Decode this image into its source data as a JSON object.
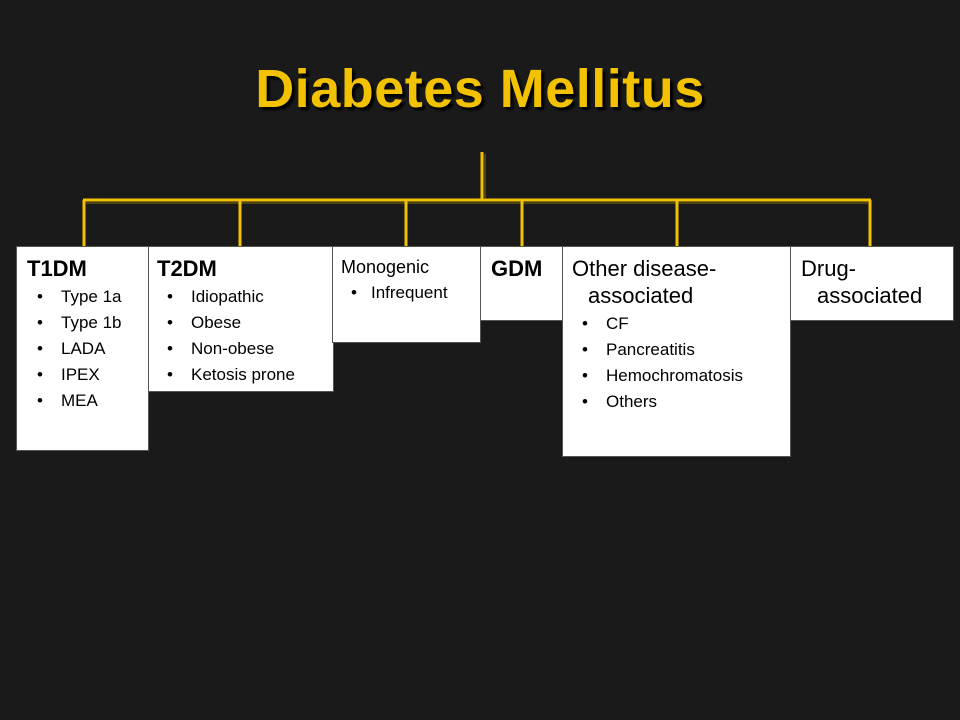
{
  "title": "Diabetes Mellitus",
  "colors": {
    "background": "#1a1a1a",
    "title": "#f2c200",
    "connector": "#f2c200",
    "box": "#ffffff"
  },
  "boxes": [
    {
      "head": "T1DM",
      "items": [
        "Type 1a",
        "Type 1b",
        "LADA",
        "IPEX",
        "MEA"
      ]
    },
    {
      "head": "T2DM",
      "items": [
        "Idiopathic",
        "Obese",
        "Non-obese",
        "Ketosis prone"
      ]
    },
    {
      "head": "Monogenic",
      "items": [
        "Infrequent"
      ]
    },
    {
      "head": "GDM",
      "items": []
    },
    {
      "head_line1": "Other disease-",
      "head_line2": "associated",
      "items": [
        "CF",
        "Pancreatitis",
        "Hemochromatosis",
        "Others"
      ]
    },
    {
      "head_line1": "Drug-",
      "head_line2": "associated",
      "items": []
    }
  ]
}
